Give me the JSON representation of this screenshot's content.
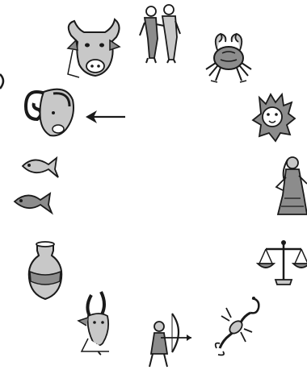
{
  "figure": {
    "items": [
      {
        "id": "taurus",
        "icon": "bull-icon"
      },
      {
        "id": "gemini",
        "icon": "twins-icon"
      },
      {
        "id": "cancer",
        "icon": "crab-icon"
      },
      {
        "id": "leo",
        "icon": "lion-icon"
      },
      {
        "id": "virgo",
        "icon": "maiden-icon"
      },
      {
        "id": "libra",
        "icon": "scales-icon"
      },
      {
        "id": "scorpio",
        "icon": "scorpion-icon"
      },
      {
        "id": "sagittarius",
        "icon": "archer-icon"
      },
      {
        "id": "capricorn",
        "icon": "goat-icon"
      },
      {
        "id": "aquarius",
        "icon": "water-jar-icon"
      },
      {
        "id": "pisces",
        "icon": "fish-icon"
      },
      {
        "id": "aries",
        "icon": "ram-icon"
      }
    ],
    "pointer": {
      "target": "aries",
      "icon": "arrow-left-icon"
    },
    "colors": {
      "ink": "#1a1a1a",
      "shade": "#8c8c8c",
      "light": "#c8c8c8",
      "background": "#ffffff"
    }
  }
}
